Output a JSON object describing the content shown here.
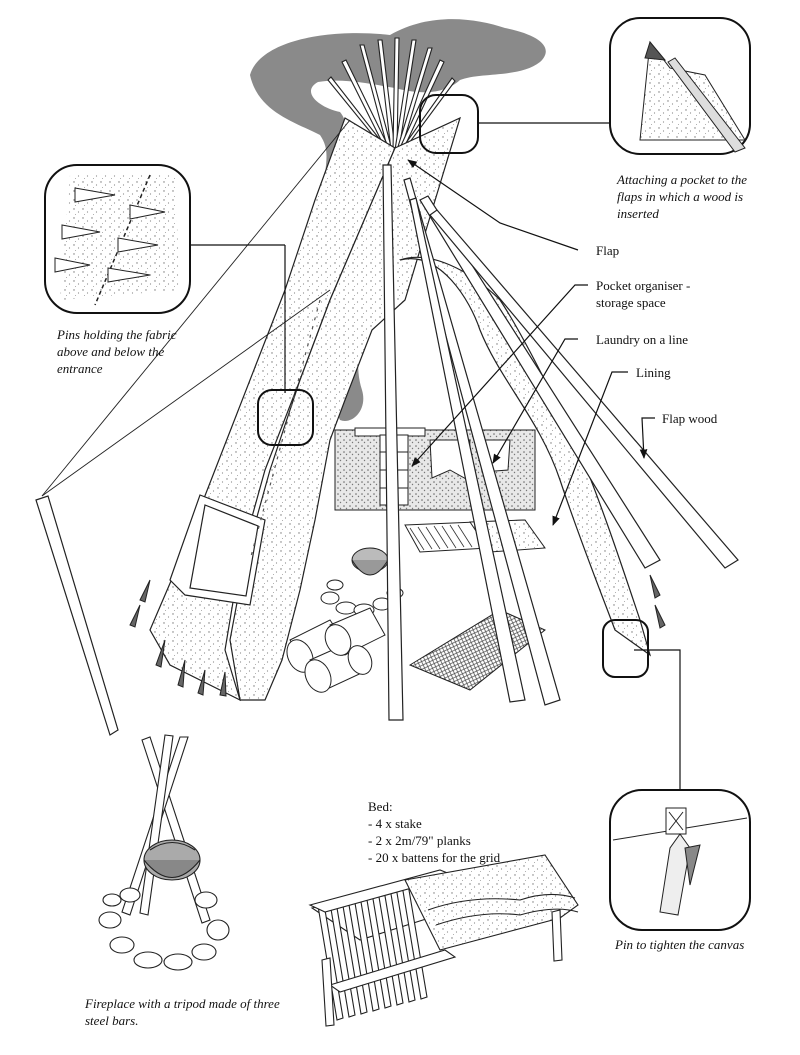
{
  "callouts": {
    "pocket_caption": "Attaching a pocket to the flaps in which a wood is inserted",
    "pins_caption": "Pins holding the fabric above and below the entrance",
    "flap": "Flap",
    "pocket_organiser": "Pocket organiser - storage space",
    "laundry": "Laundry on a line",
    "lining": "Lining",
    "flap_wood": "Flap wood",
    "fireplace_caption": "Fireplace with a tripod made of three steel bars.",
    "pin_caption": "Pin to tighten the canvas"
  },
  "bed": {
    "title": "Bed:",
    "items": [
      "- 4 x stake",
      "- 2 x 2m/79\" planks",
      "- 20 x battens for the grid"
    ]
  }
}
